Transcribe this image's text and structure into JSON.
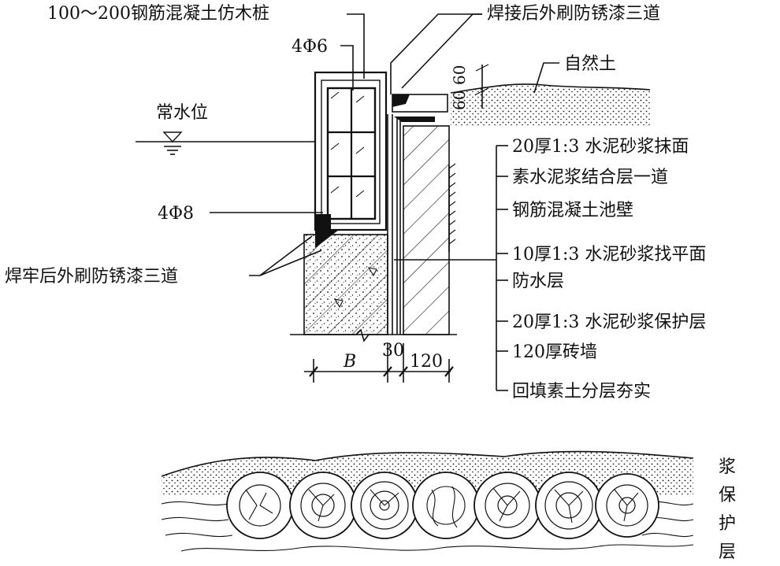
{
  "labels": {
    "pile": "100～200钢筋混凝土仿木桩",
    "weld_top": "焊接后外刷防锈漆三道",
    "rebar_top": "4Φ6",
    "natural_soil": "自然土",
    "dim_60a": "60",
    "dim_60b": "60",
    "water_level": "常水位",
    "rebar_bottom": "4Φ8",
    "weld_bottom": "焊牢后外刷防锈漆三道",
    "dim_B": "B",
    "dim_30": "30",
    "dim_120": "120"
  },
  "layers": [
    "20厚1:3 水泥砂浆抹面",
    "素水泥浆结合层一道",
    "钢筋混凝土池壁",
    "10厚1:3 水泥砂浆找平面",
    "防水层",
    "20厚1:3 水泥砂浆保护层",
    "120厚砖墙",
    "回填素土分层夯实"
  ],
  "bottom_side_text": [
    "浆",
    "保",
    "护",
    "层"
  ]
}
